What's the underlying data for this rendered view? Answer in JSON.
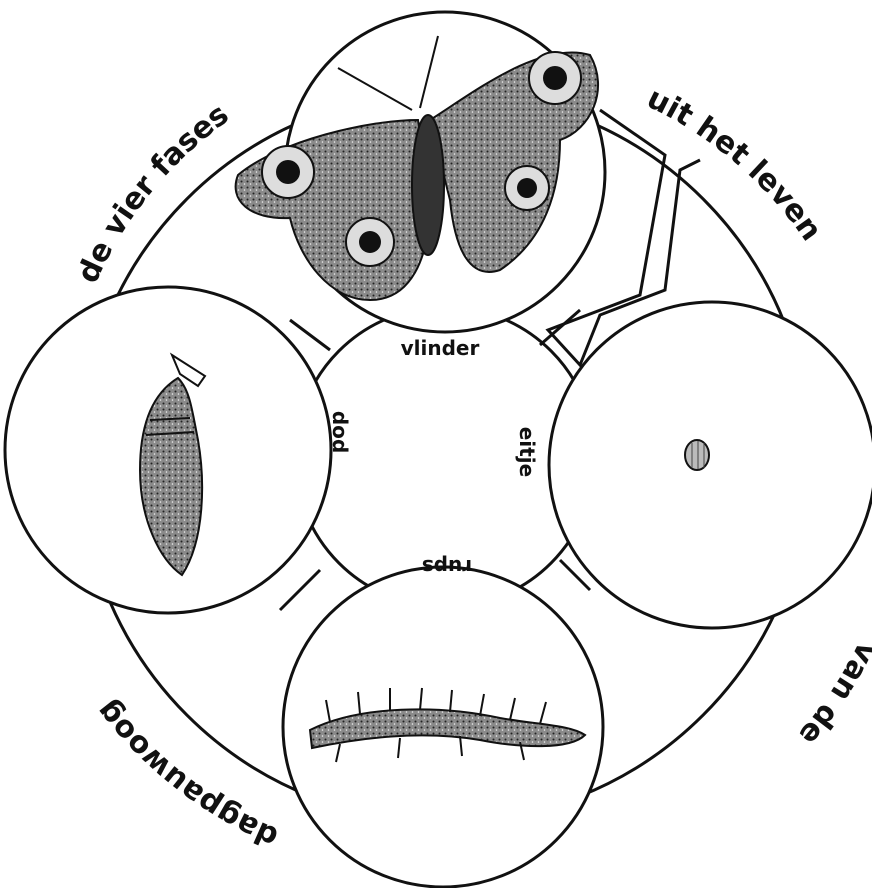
{
  "ring_text": {
    "top_left": "de vier fases",
    "top_right": "uit het leven",
    "bottom_right": "van de",
    "bottom_left": "dagpauwoog"
  },
  "stages": {
    "butterfly": "vlinder",
    "egg": "eitje",
    "caterpillar": "rups",
    "pupa": "pop"
  },
  "colors": {
    "ink": "#111111",
    "paper": "#ffffff",
    "shade": "#555555"
  }
}
